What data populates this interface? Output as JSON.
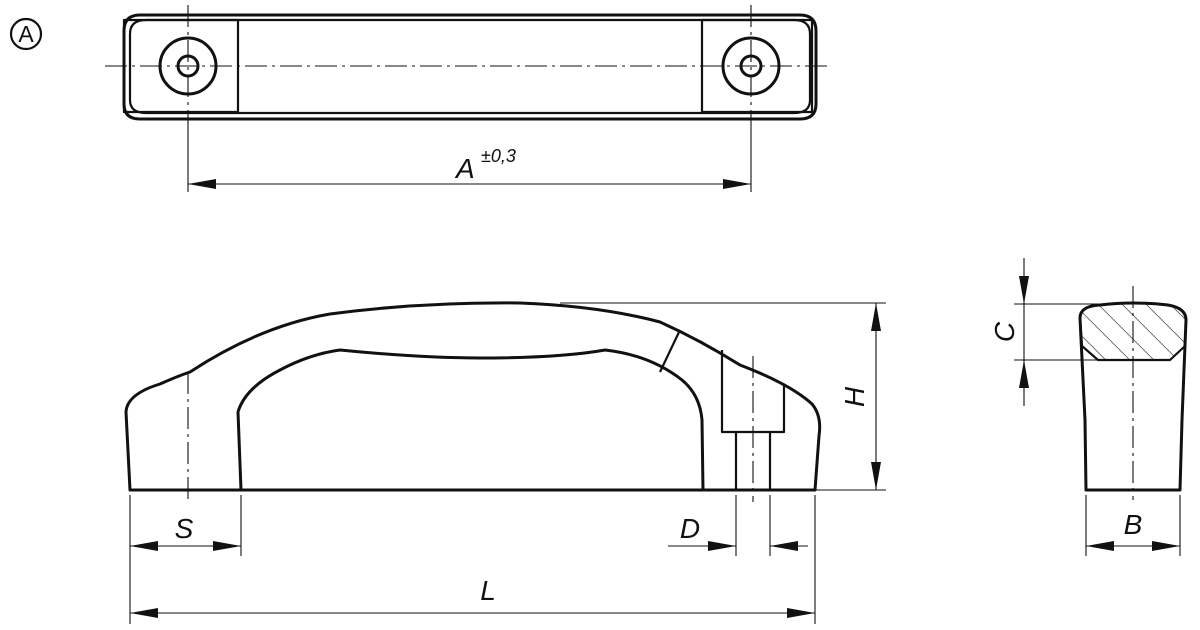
{
  "view_marker": "A",
  "dimensions": {
    "A": "A",
    "A_tolerance": "±0,3",
    "L": "L",
    "S": "S",
    "D": "D",
    "H": "H",
    "C": "C",
    "B": "B"
  }
}
